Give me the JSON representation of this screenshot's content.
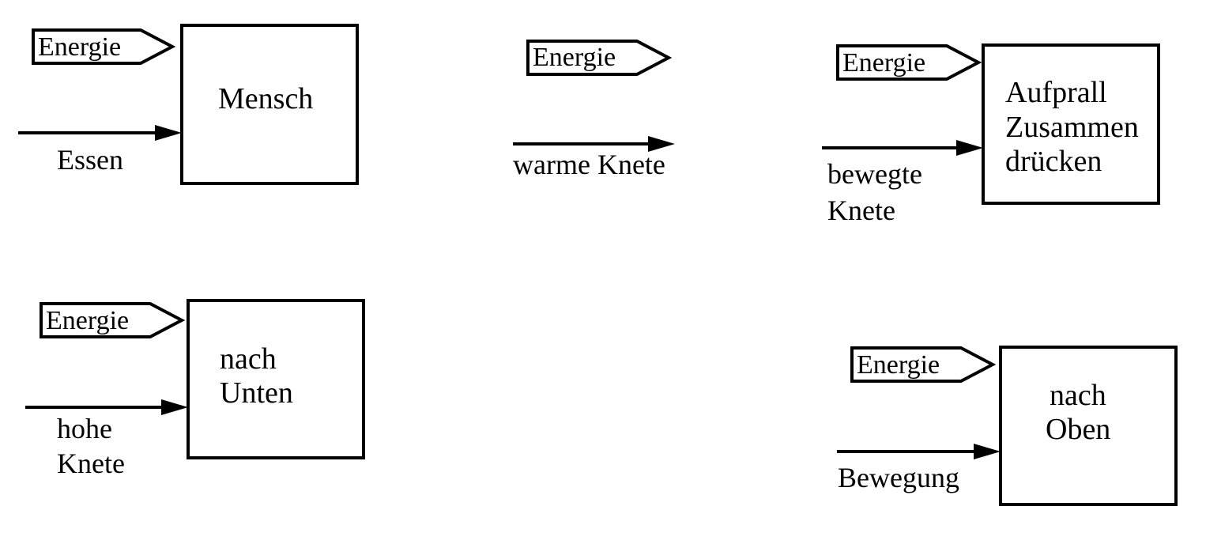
{
  "diagrams": [
    {
      "id": "mensch",
      "energy_tag": "Energie",
      "box_lines": [
        "Mensch"
      ],
      "flow_lines": [
        "Essen"
      ]
    },
    {
      "id": "warme-knete",
      "energy_tag": "Energie",
      "box_lines": [],
      "flow_lines": [
        "warme Knete"
      ]
    },
    {
      "id": "aufprall",
      "energy_tag": "Energie",
      "box_lines": [
        "Aufprall",
        "Zusammen",
        "drücken"
      ],
      "flow_lines": [
        "bewegte",
        "Knete"
      ]
    },
    {
      "id": "nach-unten",
      "energy_tag": "Energie",
      "box_lines": [
        "nach",
        "Unten"
      ],
      "flow_lines": [
        "hohe",
        "Knete"
      ]
    },
    {
      "id": "nach-oben",
      "energy_tag": "Energie",
      "box_lines": [
        "nach",
        "Oben"
      ],
      "flow_lines": [
        "Bewegung"
      ]
    }
  ]
}
